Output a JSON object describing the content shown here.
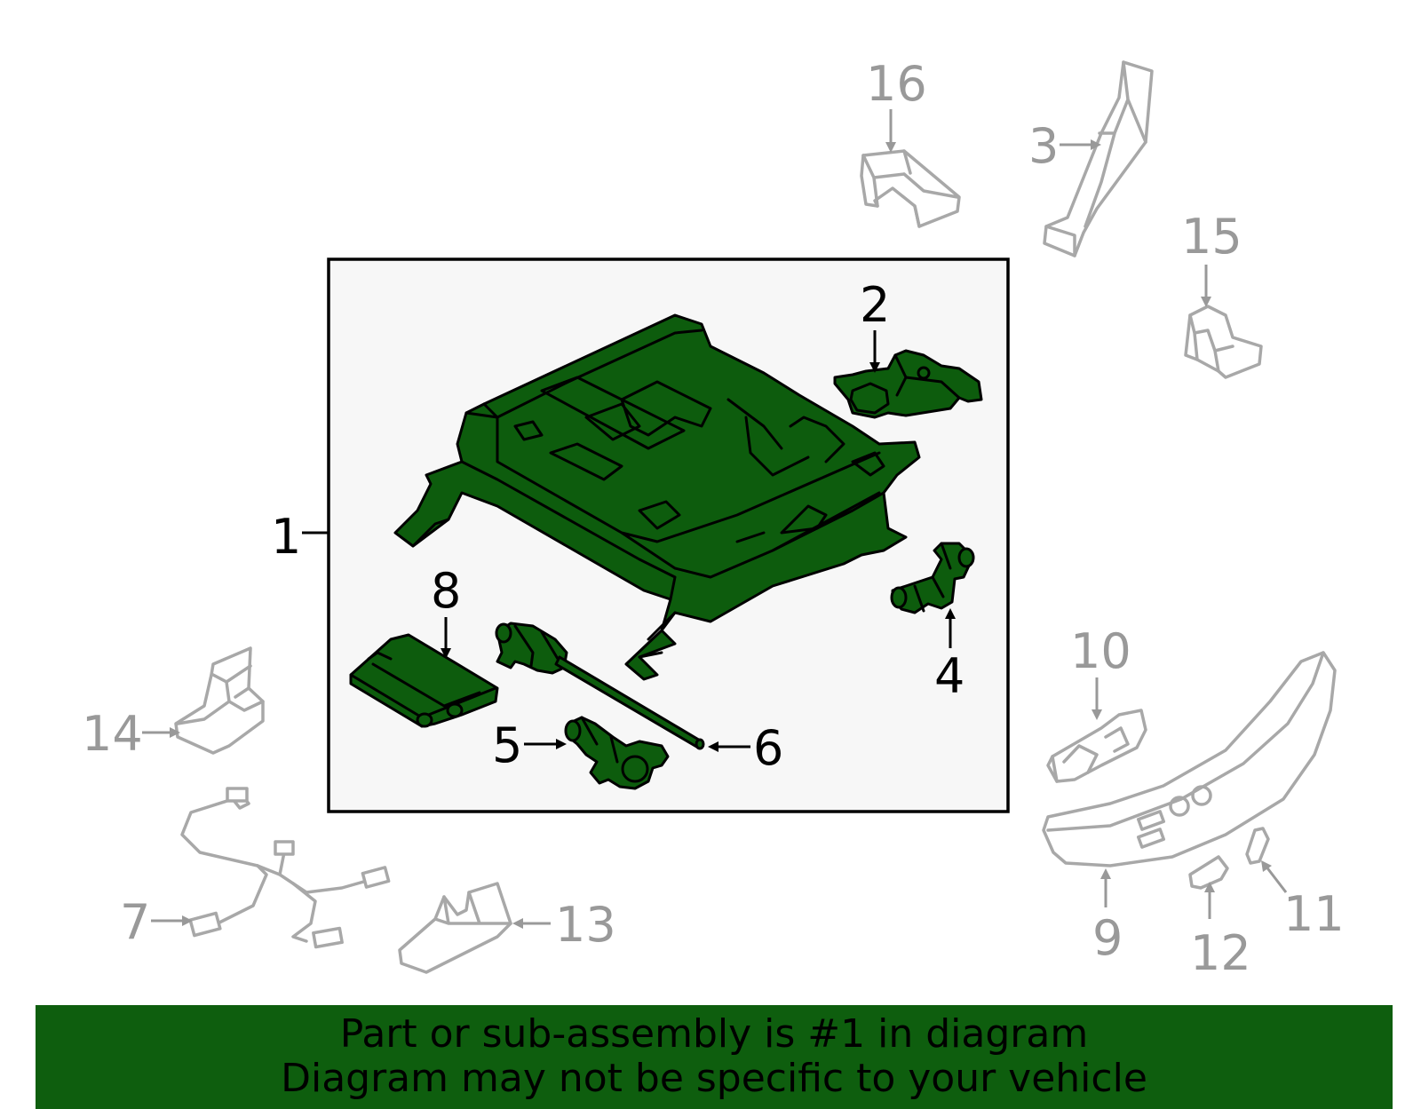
{
  "callouts": [
    {
      "id": "1",
      "highlighted": true
    },
    {
      "id": "2",
      "highlighted": true
    },
    {
      "id": "3",
      "highlighted": false
    },
    {
      "id": "4",
      "highlighted": true
    },
    {
      "id": "5",
      "highlighted": true
    },
    {
      "id": "6",
      "highlighted": true
    },
    {
      "id": "7",
      "highlighted": false
    },
    {
      "id": "8",
      "highlighted": true
    },
    {
      "id": "9",
      "highlighted": false
    },
    {
      "id": "10",
      "highlighted": false
    },
    {
      "id": "11",
      "highlighted": false
    },
    {
      "id": "12",
      "highlighted": false
    },
    {
      "id": "13",
      "highlighted": false
    },
    {
      "id": "14",
      "highlighted": false
    },
    {
      "id": "15",
      "highlighted": false
    },
    {
      "id": "16",
      "highlighted": false
    }
  ],
  "banner": {
    "line1": "Part or sub-assembly is #1 in diagram",
    "line2": "Diagram may not be specific to your vehicle"
  },
  "colors": {
    "highlight_part": "#0d5c0d",
    "banner_bg": "#0e5e0e",
    "ghost_part": "#a8a8a8",
    "ghost_label": "#999999",
    "highlight_label": "#000000"
  }
}
